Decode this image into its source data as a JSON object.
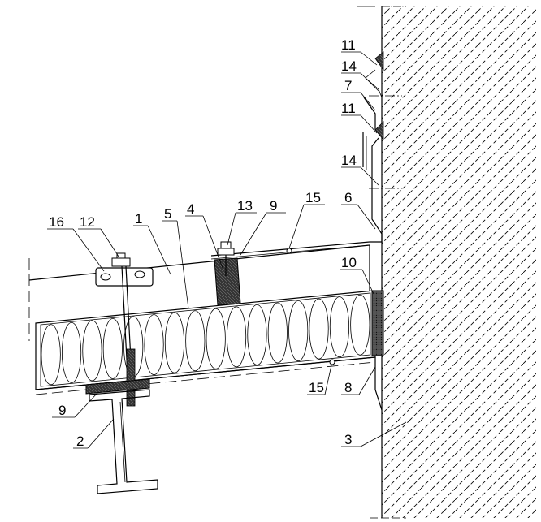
{
  "drawing": {
    "type": "cross-section detail",
    "callouts": [
      "11",
      "14",
      "7",
      "11",
      "14",
      "6",
      "16",
      "12",
      "1",
      "5",
      "4",
      "13",
      "9",
      "15",
      "10",
      "15",
      "8",
      "9",
      "2",
      "3"
    ]
  }
}
